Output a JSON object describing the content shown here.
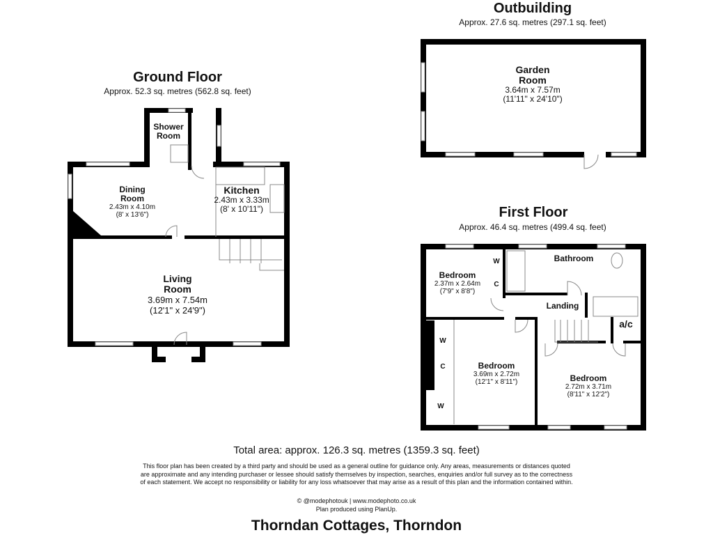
{
  "ground_floor": {
    "title": "Ground Floor",
    "area": "Approx. 52.3 sq. metres (562.8 sq. feet)",
    "rooms": {
      "shower": {
        "name_1": "Shower",
        "name_2": "Room"
      },
      "dining": {
        "name_1": "Dining",
        "name_2": "Room",
        "metric": "2.43m x 4.10m",
        "imperial": "(8' x 13'6\")"
      },
      "kitchen": {
        "name": "Kitchen",
        "metric": "2.43m x 3.33m",
        "imperial": "(8' x 10'11\")"
      },
      "living": {
        "name_1": "Living",
        "name_2": "Room",
        "metric": "3.69m x 7.54m",
        "imperial": "(12'1\" x 24'9\")"
      }
    }
  },
  "outbuilding": {
    "title": "Outbuilding",
    "area": "Approx. 27.6 sq. metres (297.1 sq. feet)",
    "room": {
      "name_1": "Garden",
      "name_2": "Room",
      "metric": "3.64m x 7.57m",
      "imperial": "(11'11\" x 24'10\")"
    }
  },
  "first_floor": {
    "title": "First Floor",
    "area": "Approx. 46.4 sq. metres (499.4 sq. feet)",
    "rooms": {
      "bedroom_small": {
        "name": "Bedroom",
        "metric": "2.37m x 2.64m",
        "imperial": "(7'9\" x 8'8\")"
      },
      "bathroom": {
        "name": "Bathroom"
      },
      "landing": {
        "name": "Landing"
      },
      "airing_cupboard": {
        "name": "a/c"
      },
      "bedroom_left": {
        "name": "Bedroom",
        "metric": "3.69m x 2.72m",
        "imperial": "(12'1\" x 8'11\")"
      },
      "bedroom_right": {
        "name": "Bedroom",
        "metric": "2.72m x 3.71m",
        "imperial": "(8'11\" x 12'2\")"
      },
      "cupboard_labels": {
        "w1": "W",
        "c1": "C",
        "w2": "W",
        "c2": "C",
        "w3": "W"
      }
    }
  },
  "footer": {
    "total_area": "Total area: approx. 126.3 sq. metres (1359.3 sq. feet)",
    "disclaimer_1": "This floor plan has been created by a third party and should be used as a general outline for guidance only. Any areas, measurements or distances quoted",
    "disclaimer_2": "are approximate and any intending purchaser or lessee should satisfy themselves by inspection, searches, enquiries and/or full survey as to the correctness",
    "disclaimer_3": "of each statement. We accept no responsibility or liability for any loss whatsoever that may arise as a result of this plan and the information contained within.",
    "credit": "© @modephotouk | www.modephoto.co.uk",
    "produced": "Plan produced using PlanUp.",
    "property_name": "Thorndan Cottages, Thorndon"
  }
}
